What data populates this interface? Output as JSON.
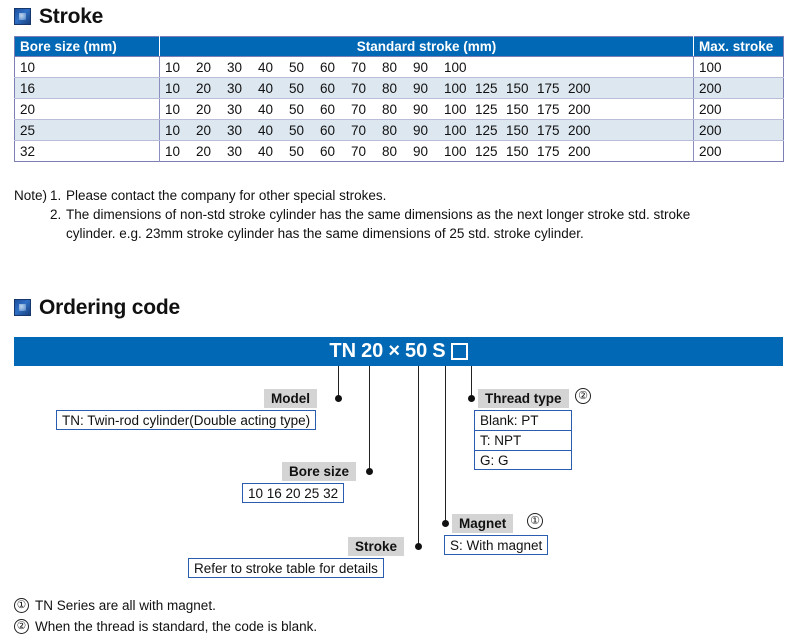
{
  "sections": {
    "stroke": {
      "title": "Stroke",
      "icon": "square-bullet-icon"
    },
    "ordering": {
      "title": "Ordering code",
      "icon": "square-bullet-icon"
    }
  },
  "stroke_table": {
    "headers": [
      "Bore size (mm)",
      "Standard stroke   (mm)",
      "Max. stroke"
    ],
    "rows": [
      {
        "bore": "10",
        "strokes": [
          "10",
          "20",
          "30",
          "40",
          "50",
          "60",
          "70",
          "80",
          "90",
          "100"
        ],
        "max": "100"
      },
      {
        "bore": "16",
        "strokes": [
          "10",
          "20",
          "30",
          "40",
          "50",
          "60",
          "70",
          "80",
          "90",
          "100",
          "125",
          "150",
          "175",
          "200"
        ],
        "max": "200"
      },
      {
        "bore": "20",
        "strokes": [
          "10",
          "20",
          "30",
          "40",
          "50",
          "60",
          "70",
          "80",
          "90",
          "100",
          "125",
          "150",
          "175",
          "200"
        ],
        "max": "200"
      },
      {
        "bore": "25",
        "strokes": [
          "10",
          "20",
          "30",
          "40",
          "50",
          "60",
          "70",
          "80",
          "90",
          "100",
          "125",
          "150",
          "175",
          "200"
        ],
        "max": "200"
      },
      {
        "bore": "32",
        "strokes": [
          "10",
          "20",
          "30",
          "40",
          "50",
          "60",
          "70",
          "80",
          "90",
          "100",
          "125",
          "150",
          "175",
          "200"
        ],
        "max": "200"
      }
    ]
  },
  "notes": {
    "lead": "Note)",
    "items": [
      {
        "num": "1.",
        "lines": [
          "Please contact the company for other special strokes."
        ]
      },
      {
        "num": "2.",
        "lines": [
          "The dimensions of non-std stroke cylinder has the same dimensions as the next longer stroke std. stroke",
          "cylinder. e.g. 23mm stroke cylinder has the same dimensions of 25 std. stroke cylinder."
        ]
      }
    ]
  },
  "ordering_code": {
    "code_parts": [
      "TN",
      "20",
      "×",
      "50",
      "S"
    ],
    "code_blank_box": "empty-option-box",
    "callouts": [
      {
        "key": "model",
        "tag": "Model",
        "boxes": [
          "TN: Twin-rod cylinder(Double acting type)"
        ],
        "marker": ""
      },
      {
        "key": "bore_size",
        "tag": "Bore size",
        "boxes": [
          "10  16  20  25  32"
        ],
        "marker": ""
      },
      {
        "key": "stroke",
        "tag": "Stroke",
        "boxes": [
          "Refer to stroke table for details"
        ],
        "marker": ""
      },
      {
        "key": "magnet",
        "tag": "Magnet",
        "boxes": [
          "S: With magnet"
        ],
        "marker": "①"
      },
      {
        "key": "thread_type",
        "tag": "Thread type",
        "boxes": [
          "Blank: PT",
          "T: NPT",
          "G: G"
        ],
        "marker": "②"
      }
    ]
  },
  "footnotes": [
    {
      "num": "①",
      "text": "TN Series are all with magnet."
    },
    {
      "num": "②",
      "text": "When the thread is standard, the code is blank."
    }
  ],
  "colors": {
    "header_blue": "#0068b5",
    "alt_row": "#dde7f0",
    "box_border": "#2a5db0",
    "tag_bg": "#d4d4d4"
  }
}
